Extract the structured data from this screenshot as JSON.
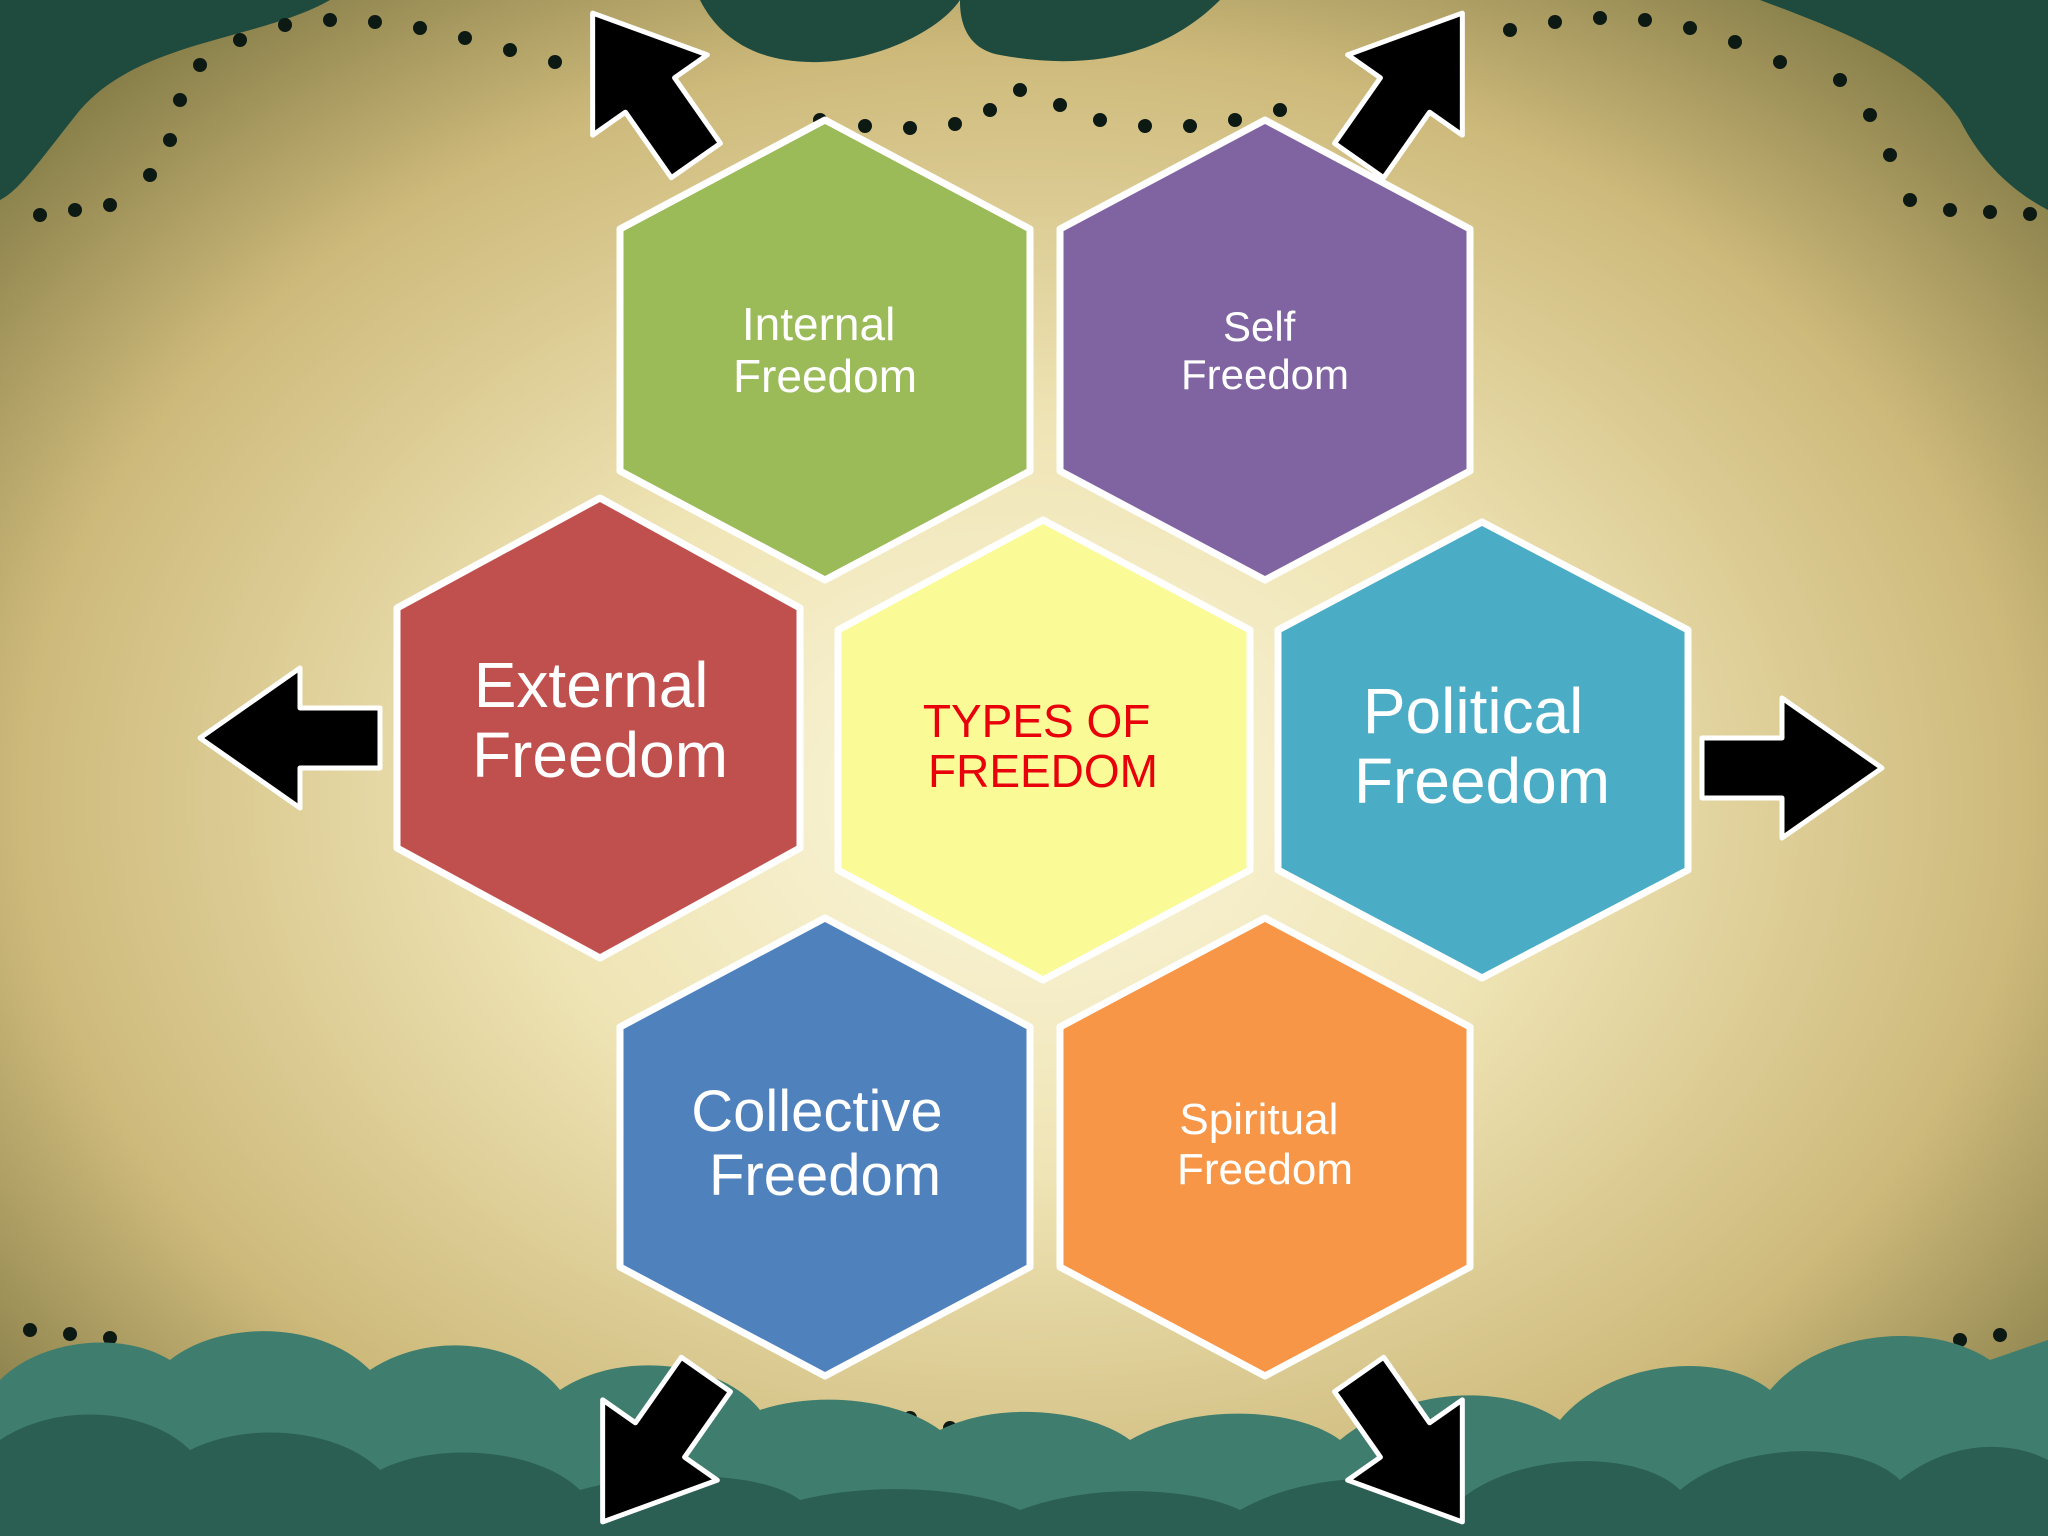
{
  "diagram": {
    "center": {
      "lines": [
        "TYPES OF",
        "FREEDOM"
      ],
      "fill": "#fafa96",
      "text_color": "#e8000b"
    },
    "hexagons": [
      {
        "id": "internal",
        "lines": [
          "Internal",
          "Freedom"
        ],
        "fill": "#9bbb59"
      },
      {
        "id": "self",
        "lines": [
          "Self",
          "Freedom"
        ],
        "fill": "#8064a2"
      },
      {
        "id": "external",
        "lines": [
          "External",
          "Freedom"
        ],
        "fill": "#c0504d"
      },
      {
        "id": "political",
        "lines": [
          "Political",
          "Freedom"
        ],
        "fill": "#4bacc6"
      },
      {
        "id": "collective",
        "lines": [
          "Collective",
          "Freedom"
        ],
        "fill": "#4f81bd"
      },
      {
        "id": "spiritual",
        "lines": [
          "Spiritual",
          "Freedom"
        ],
        "fill": "#f79646"
      }
    ],
    "arrow_color": "#000000",
    "outline_color": "#ffffff"
  },
  "background": {
    "parchment_light": "#fbf7dc",
    "parchment_mid": "#d8c68a",
    "parchment_dark": "#6f6a38",
    "teal_dark": "#1f4a3e",
    "cloud_teal": "#3f7e6e",
    "dot_color": "#0d1a14"
  }
}
